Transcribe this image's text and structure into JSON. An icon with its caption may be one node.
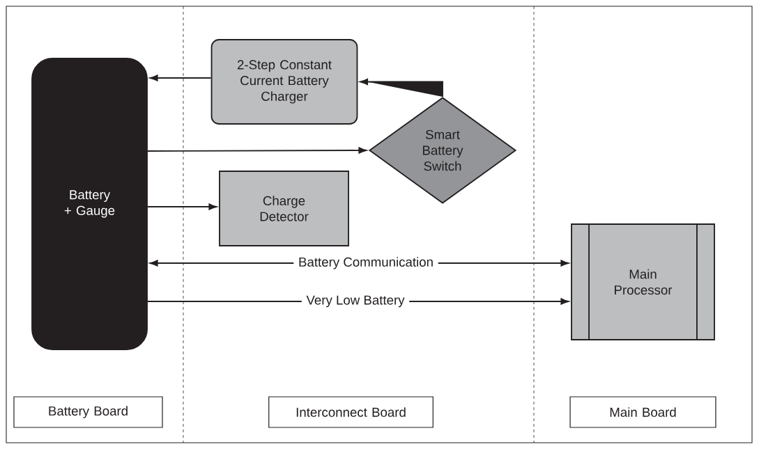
{
  "diagram": {
    "nodes": [
      {
        "text": [
          "Battery + Gauge"
        ]
      },
      {
        "text": [
          "2-Step Constant Current Battery Charger"
        ]
      },
      {
        "text": [
          "Smart Battery Switch"
        ]
      },
      {
        "text": [
          "Charge Detector"
        ]
      },
      {
        "text": [
          "Main Processor"
        ]
      },
      {
        "text": [
          "Battery Board"
        ]
      },
      {
        "text": [
          "Interconnect Board"
        ]
      },
      {
        "text": [
          "Main Board"
        ]
      }
    ],
    "edges": [
      {
        "from": 1,
        "to": 0,
        "arrow": "to"
      },
      {
        "from": 2,
        "to": 1,
        "arrow": "to"
      },
      {
        "from": 0,
        "to": 2,
        "arrow": "to"
      },
      {
        "from": 0,
        "to": 3,
        "arrow": "to"
      },
      {
        "from": 0,
        "to": 4,
        "arrow": "both",
        "label": "Battery Communication"
      },
      {
        "from": 0,
        "to": 4,
        "arrow": "to",
        "label": "Very Low Battery"
      }
    ]
  }
}
